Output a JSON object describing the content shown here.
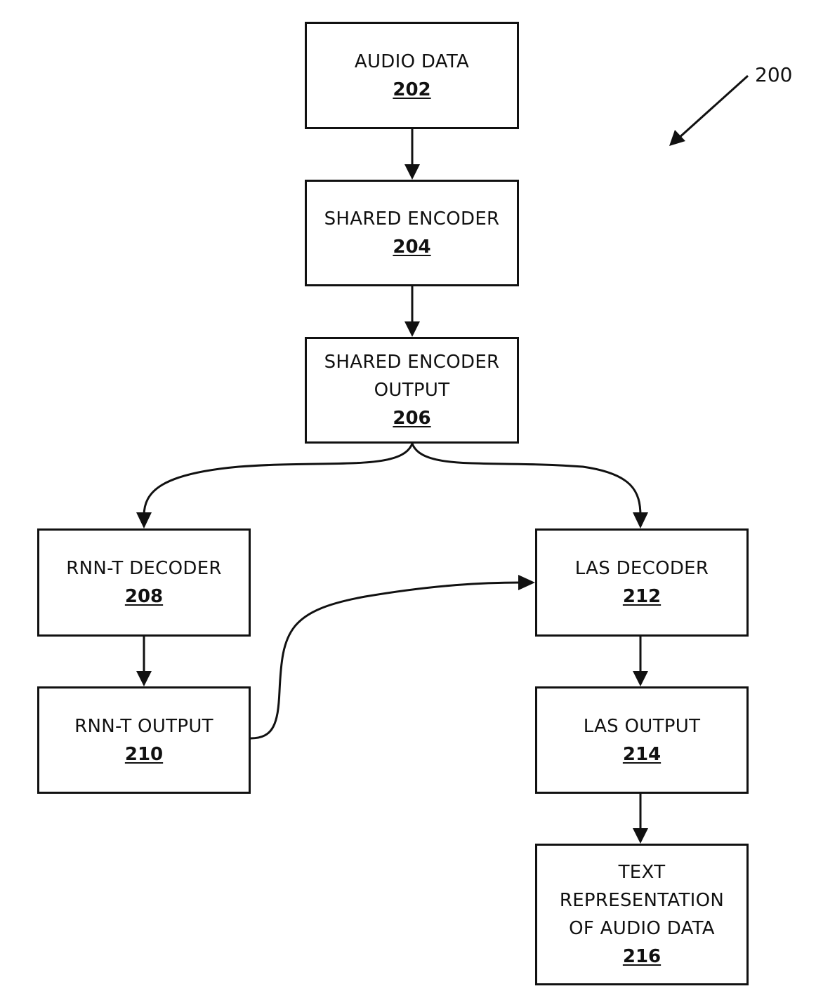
{
  "figure": {
    "reference": "200"
  },
  "nodes": {
    "audio_data": {
      "label": "AUDIO DATA",
      "ref": "202"
    },
    "shared_encoder": {
      "label": "SHARED ENCODER",
      "ref": "204"
    },
    "shared_encoder_output": {
      "label_line1": "SHARED ENCODER",
      "label_line2": "OUTPUT",
      "ref": "206"
    },
    "rnnt_decoder": {
      "label": "RNN-T DECODER",
      "ref": "208"
    },
    "rnnt_output": {
      "label": "RNN-T OUTPUT",
      "ref": "210"
    },
    "las_decoder": {
      "label": "LAS DECODER",
      "ref": "212"
    },
    "las_output": {
      "label": "LAS OUTPUT",
      "ref": "214"
    },
    "text_representation": {
      "label_line1": "TEXT",
      "label_line2": "REPRESENTATION",
      "label_line3": "OF AUDIO DATA",
      "ref": "216"
    }
  }
}
